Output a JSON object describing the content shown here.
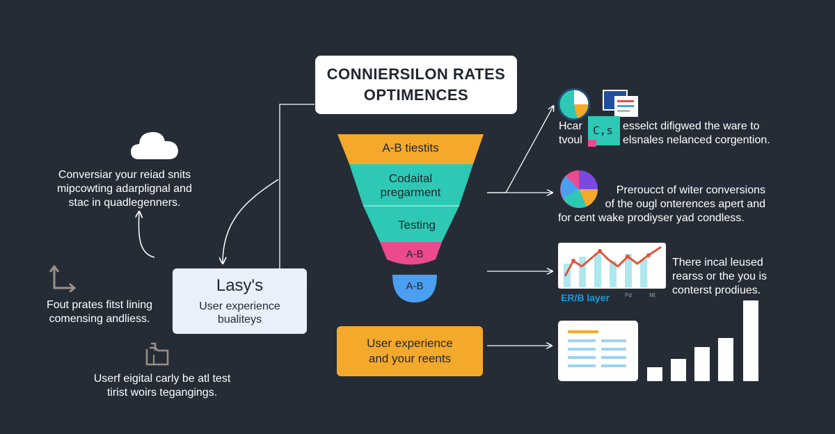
{
  "title": {
    "line1": "CONNIERSILON RATES",
    "line2": "OPTIMENCES"
  },
  "funnel": {
    "stages": [
      {
        "label": "A-B tiestits",
        "color": "#f5a92b"
      },
      {
        "label": "Codaital pregarment",
        "color": "#2ec9b4"
      },
      {
        "label": "Testing",
        "color": "#2ec9b4"
      },
      {
        "label": "A-B",
        "color": "#ec4a8f"
      },
      {
        "label": "A-B",
        "color": "#4a9ff0"
      }
    ]
  },
  "left": {
    "block1": [
      "Conversiar your reiad snits",
      "mipcowting adarplignal and",
      "stac in quadlegenners."
    ],
    "block2": [
      "Fout prates fitst lining",
      "comensing andliess."
    ],
    "block3": [
      "Userf eigital carly be atl test",
      "tirist woirs tegangings."
    ]
  },
  "card_lasys": {
    "heading": "Lasy's",
    "sub_line1": "User experience",
    "sub_line2": "bualiteys"
  },
  "card_ux": {
    "line1": "User experience",
    "line2": "and your reents"
  },
  "right": {
    "block1": {
      "col1": [
        "Hcar",
        "tvoul"
      ],
      "col2": [
        "esselct difigwed the ware to",
        "elsnales nelanced corgention."
      ]
    },
    "block2": [
      "Preroucct of witer conversions",
      "of the ougl onterences apert and",
      "for cent wake prodiyser yad condless."
    ],
    "block3": [
      "There incal leused",
      "rearss or the you is",
      "conterst prodiues."
    ],
    "chart_caption": "ER/B layer",
    "chart_small1": "Pd",
    "chart_small2": "Mt"
  },
  "colors": {
    "background": "#252c36",
    "orange": "#f5a92b",
    "teal": "#2ec9b4",
    "pink": "#ec4a8f",
    "blue": "#4a9ff0"
  },
  "icons": [
    "cloud-icon",
    "corner-arrow-icon",
    "folder-icon",
    "pie-chart-icon",
    "document-icon",
    "code-icon",
    "donut-chart-icon",
    "line-chart-icon",
    "table-icon",
    "bar-chart-icon"
  ]
}
